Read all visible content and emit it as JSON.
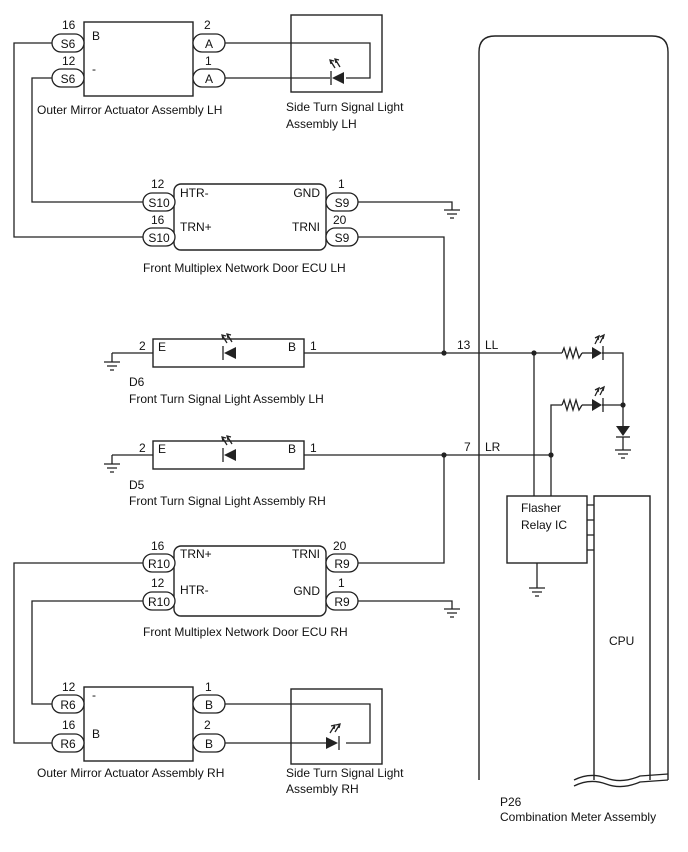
{
  "outer_mirror_lh": {
    "name": "Outer Mirror Actuator Assembly LH",
    "pin_top": "16",
    "conn_top": "S6",
    "term_top": "B",
    "pin_bot": "12",
    "conn_bot": "S6",
    "term_bot": "-"
  },
  "side_turn_lh": {
    "name_line1": "Side Turn Signal Light",
    "name_line2": "Assembly LH",
    "pin_top": "2",
    "conn_top": "A",
    "pin_bot": "1",
    "conn_bot": "A"
  },
  "door_ecu_lh": {
    "name": "Front Multiplex Network Door ECU LH",
    "pin_l1": "12",
    "conn_l1": "S10",
    "term_l1": "HTR-",
    "pin_l2": "16",
    "conn_l2": "S10",
    "term_l2": "TRN+",
    "pin_r1": "1",
    "conn_r1": "S9",
    "term_r1": "GND",
    "pin_r2": "20",
    "conn_r2": "S9",
    "term_r2": "TRNI"
  },
  "front_turn_lh": {
    "code": "D6",
    "name": "Front Turn Signal Light Assembly LH",
    "pin_left": "2",
    "term_left": "E",
    "pin_right": "1",
    "term_right": "B"
  },
  "front_turn_rh": {
    "code": "D5",
    "name": "Front Turn Signal Light Assembly RH",
    "pin_left": "2",
    "term_left": "E",
    "pin_right": "1",
    "term_right": "B"
  },
  "door_ecu_rh": {
    "name": "Front Multiplex Network Door ECU RH",
    "pin_l1": "16",
    "conn_l1": "R10",
    "term_l1": "TRN+",
    "pin_l2": "12",
    "conn_l2": "R10",
    "term_l2": "HTR-",
    "pin_r1": "20",
    "conn_r1": "R9",
    "term_r1": "TRNI",
    "pin_r2": "1",
    "conn_r2": "R9",
    "term_r2": "GND"
  },
  "outer_mirror_rh": {
    "name": "Outer Mirror Actuator Assembly RH",
    "pin_top": "12",
    "conn_top": "R6",
    "term_top": "-",
    "pin_bot": "16",
    "conn_bot": "R6",
    "term_bot": "B"
  },
  "side_turn_rh": {
    "name_line1": "Side Turn Signal Light",
    "name_line2": "Assembly RH",
    "pin_top": "1",
    "conn_top": "B",
    "pin_bot": "2",
    "conn_bot": "B"
  },
  "meter": {
    "code": "P26",
    "name": "Combination Meter Assembly",
    "pin_ll": "13",
    "term_ll": "LL",
    "pin_lr": "7",
    "term_lr": "LR",
    "flasher_line1": "Flasher",
    "flasher_line2": "Relay IC",
    "cpu": "CPU"
  }
}
